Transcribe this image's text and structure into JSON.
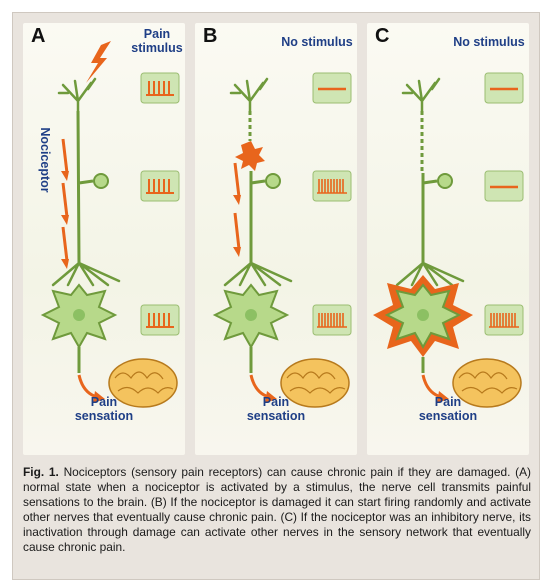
{
  "panels": [
    {
      "letter": "A",
      "stimulus": [
        "Pain",
        "stimulus"
      ],
      "sensation": [
        "Pain",
        "sensation"
      ],
      "side_label": "Nociceptor"
    },
    {
      "letter": "B",
      "stimulus": [
        "No stimulus"
      ],
      "sensation": [
        "Pain",
        "sensation"
      ]
    },
    {
      "letter": "C",
      "stimulus": [
        "No stimulus"
      ],
      "sensation": [
        "Pain",
        "sensation"
      ]
    }
  ],
  "caption": {
    "fig_no": "Fig. 1.",
    "text": "Nociceptors (sensory pain receptors) can cause chronic pain if they are damaged. (A) normal state when a nociceptor is activated by a stimulus, the nerve cell transmits painful sensations to the brain. (B) If the nociceptor is damaged it can start firing randomly and activate other nerves that eventually cause chronic pain. (C) If the nociceptor was an inhibitory nerve, its inactivation through damage can activate other nerves in the sensory network that eventually cause chronic pain."
  },
  "colors": {
    "neuron": "#6f9a3c",
    "neuron_light": "#b7d98a",
    "signal": "#e8651c",
    "box_bg": "#cfe5b3",
    "label_blue": "#1f3f86",
    "brain": "#f4c35e"
  }
}
